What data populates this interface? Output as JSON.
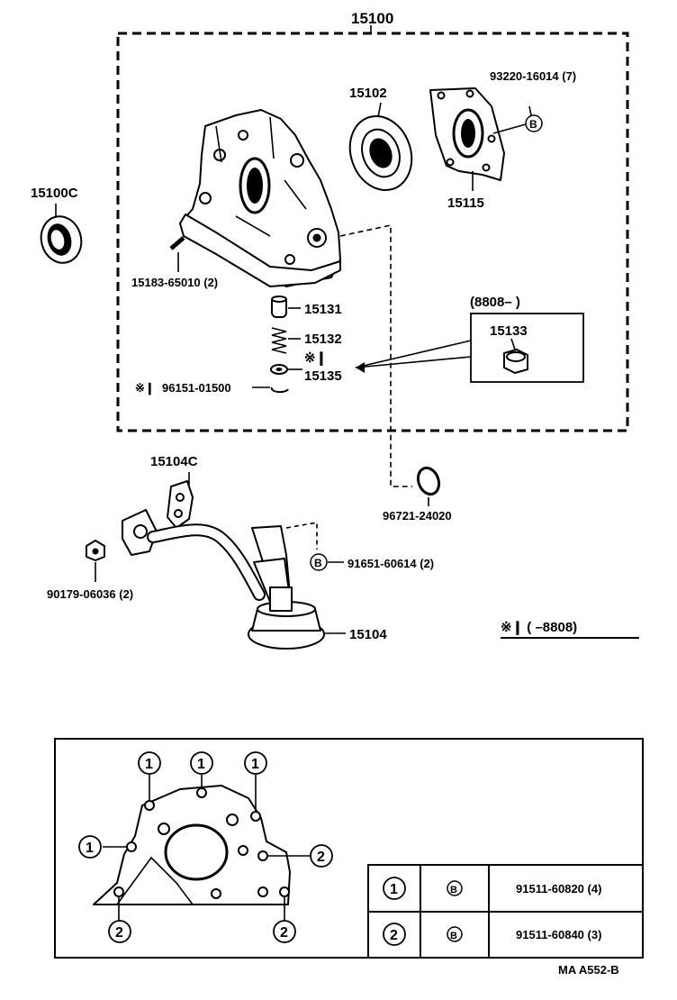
{
  "assembly_label": "15100",
  "parts": {
    "p15102": "15102",
    "p93220": "93220-16014 (7)",
    "p15115": "15115",
    "p15100c": "15100C",
    "p15183": "15183-65010 (2)",
    "p15131": "15131",
    "p15132": "15132",
    "p15135": "15135",
    "p96151": "96151-01500",
    "p15133": "15133",
    "p15104c": "15104C",
    "p96721": "96721-24020",
    "p91651": "91651-60614 (2)",
    "p90179": "90179-06036 (2)",
    "p15104": "15104"
  },
  "marks": {
    "ref_b": "B",
    "asterisk_bar": "※❙",
    "asterisk_small": "※❙",
    "range_8808": "(8808–          )",
    "note_8808": "※❙ (          –8808)"
  },
  "legend": {
    "circle_1": "1",
    "circle_2": "2",
    "rows": [
      {
        "num": "1",
        "ref": "B",
        "part": "91511-60820 (4)"
      },
      {
        "num": "2",
        "ref": "B",
        "part": "91511-60840 (3)"
      }
    ]
  },
  "footer_code": "MA   A552-B"
}
